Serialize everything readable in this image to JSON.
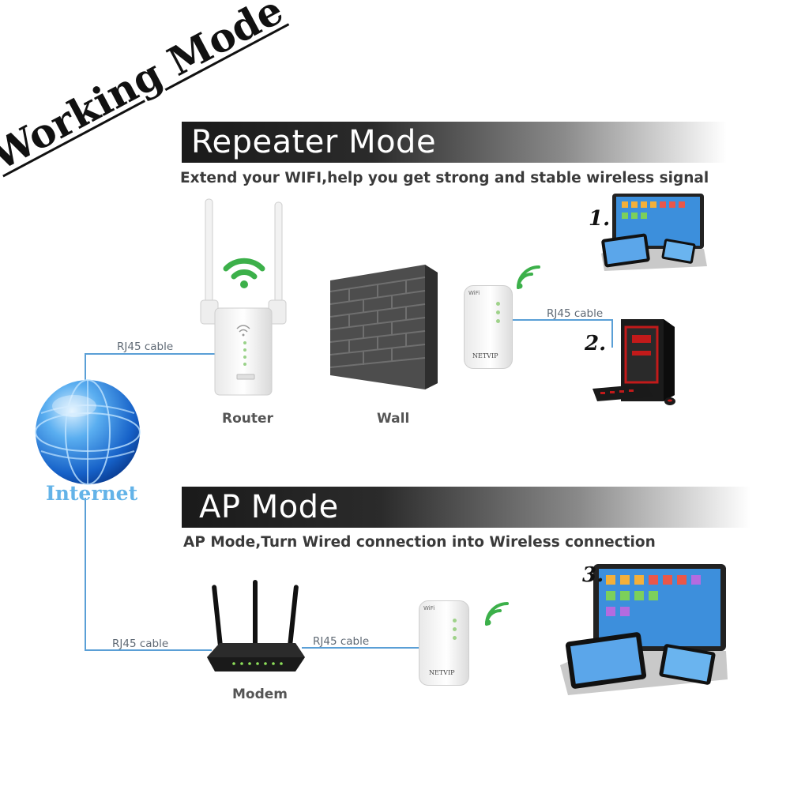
{
  "heading": "Working Mode",
  "repeater": {
    "title": "Repeater Mode",
    "subtitle": "Extend your WIFI,help you get strong and stable wireless signal",
    "router_label": "Router",
    "wall_label": "Wall",
    "cable_internet_router": "RJ45 cable",
    "cable_repeater_pc": "RJ45 cable",
    "num1": "1.",
    "num2": "2."
  },
  "ap": {
    "title": "AP Mode",
    "subtitle": "AP Mode,Turn Wired connection into Wireless connection",
    "modem_label": "Modem",
    "cable_internet_modem": "RJ45 cable",
    "cable_modem_ap": "RJ45 cable",
    "num3": "3."
  },
  "internet_label": "Internet",
  "device_brand": "NETVIP",
  "device_badge": "WiFi",
  "colors": {
    "wifi_green": "#3cb04a",
    "cable_blue": "#5a9fd6",
    "banner_dark": "#1a1a1a",
    "internet_text": "#63b3e8"
  }
}
